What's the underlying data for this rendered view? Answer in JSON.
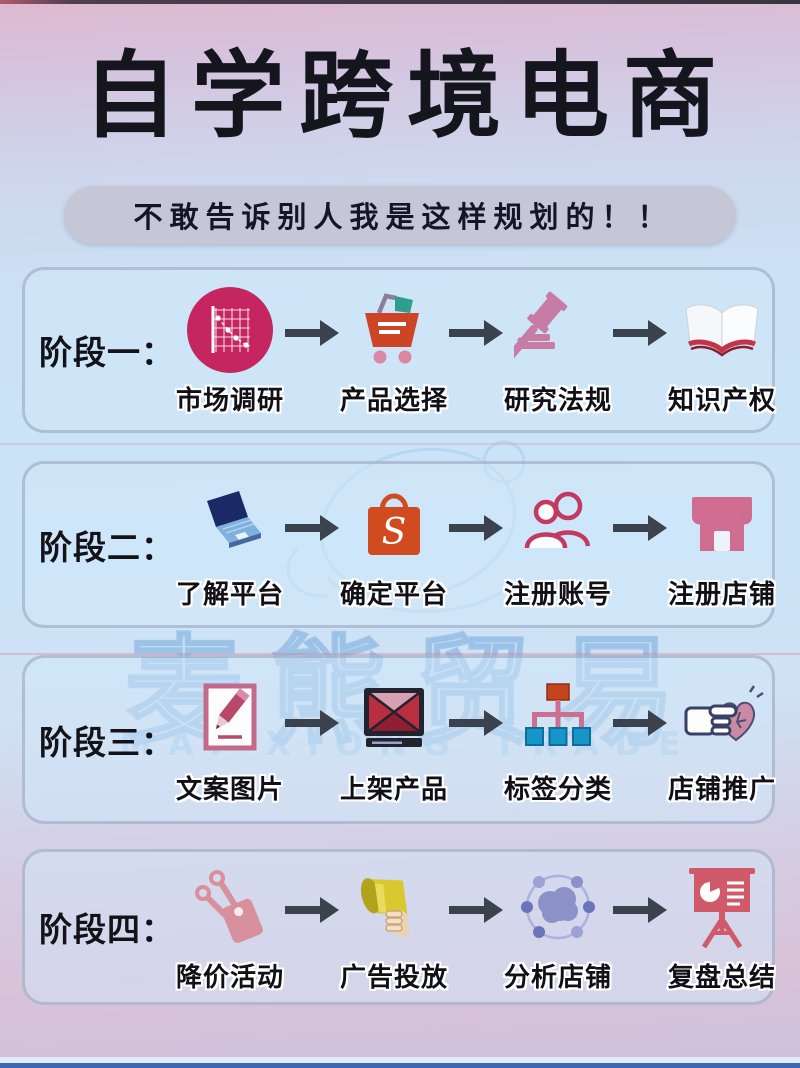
{
  "page": {
    "title": "自学跨境电商",
    "subtitle": "不敢告诉别人我是这样规划的！！"
  },
  "watermark": {
    "cn": "麦熊贸易",
    "en": "MAI XIONG TRADE"
  },
  "stages": [
    {
      "label": "阶段一：",
      "steps": [
        {
          "label": "市场调研",
          "icon": "market-research-icon"
        },
        {
          "label": "产品选择",
          "icon": "shopping-cart-icon"
        },
        {
          "label": "研究法规",
          "icon": "gavel-icon"
        },
        {
          "label": "知识产权",
          "icon": "open-book-icon"
        }
      ]
    },
    {
      "label": "阶段二：",
      "steps": [
        {
          "label": "了解平台",
          "icon": "laptop-icon"
        },
        {
          "label": "确定平台",
          "icon": "shopping-bag-icon",
          "icon_letter": "S"
        },
        {
          "label": "注册账号",
          "icon": "users-icon"
        },
        {
          "label": "注册店铺",
          "icon": "storefront-icon"
        }
      ]
    },
    {
      "label": "阶段三：",
      "steps": [
        {
          "label": "文案图片",
          "icon": "pencil-note-icon"
        },
        {
          "label": "上架产品",
          "icon": "product-box-icon"
        },
        {
          "label": "标签分类",
          "icon": "hierarchy-icon"
        },
        {
          "label": "店铺推广",
          "icon": "heart-hand-icon"
        }
      ]
    },
    {
      "label": "阶段四：",
      "steps": [
        {
          "label": "降价活动",
          "icon": "scissors-tag-icon"
        },
        {
          "label": "广告投放",
          "icon": "megaphone-icon"
        },
        {
          "label": "分析店铺",
          "icon": "network-icon"
        },
        {
          "label": "复盘总结",
          "icon": "presentation-icon"
        }
      ]
    }
  ],
  "colors": {
    "bg_top_pink": "#deb9cf",
    "bg_blue": "#cbe4f8",
    "bg_bottom_pink": "#d8c3d9",
    "card_border": "#96a0b9",
    "pill_bg": "#c6c7d6",
    "arrow": "#39424d",
    "crimson": "#c5265f",
    "orange": "#cd4526",
    "pink": "#cf6c90",
    "teal": "#1795c8",
    "yellow": "#d9c830",
    "purple": "#8c92c8",
    "watermark_blue": "#8fbce4",
    "bottom_strip_blue": "#3c68b2"
  }
}
